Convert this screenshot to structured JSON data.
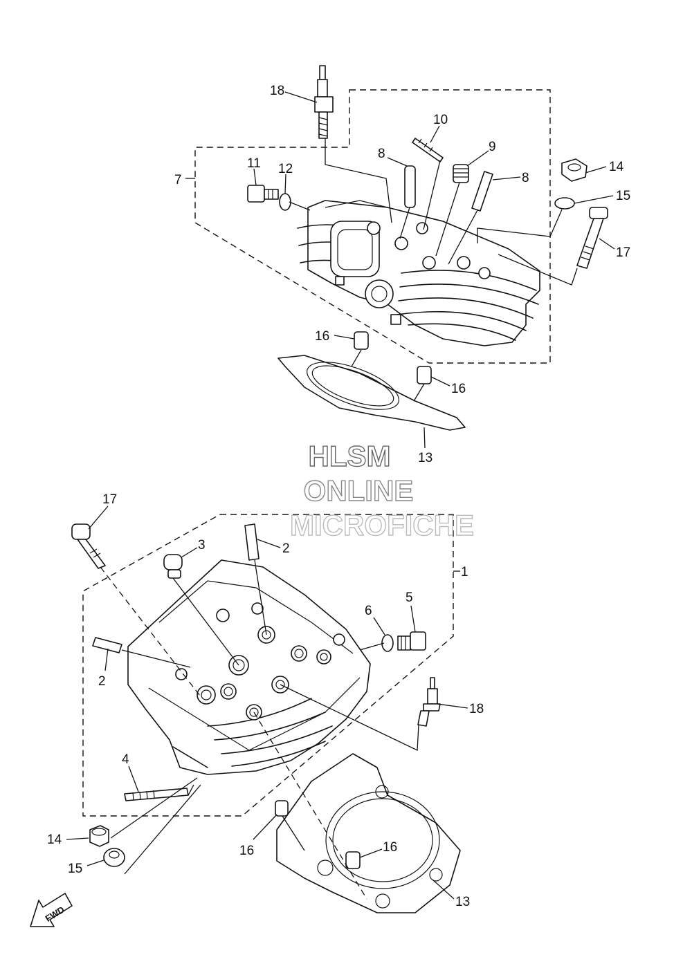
{
  "watermark": {
    "line1": "HLSM",
    "line2": "ONLINE",
    "line3": "MICROFICHE",
    "colors": {
      "line1": "#666666",
      "line2": "#888888",
      "line3": "#bbbbbb"
    }
  },
  "fwd_label": "FWD",
  "callouts": {
    "c18_top": "18",
    "c10": "10",
    "c9": "9",
    "c8a": "8",
    "c8b": "8",
    "c11": "11",
    "c12": "12",
    "c7": "7",
    "c14_top": "14",
    "c15_top": "15",
    "c17_top": "17",
    "c16_a": "16",
    "c16_b": "16",
    "c13_top": "13",
    "c17_bot": "17",
    "c3": "3",
    "c2a": "2",
    "c1": "1",
    "c6": "6",
    "c5": "5",
    "c2b": "2",
    "c18_bot": "18",
    "c4": "4",
    "c14_bot": "14",
    "c15_bot": "15",
    "c16_c": "16",
    "c16_d": "16",
    "c13_bot": "13"
  }
}
